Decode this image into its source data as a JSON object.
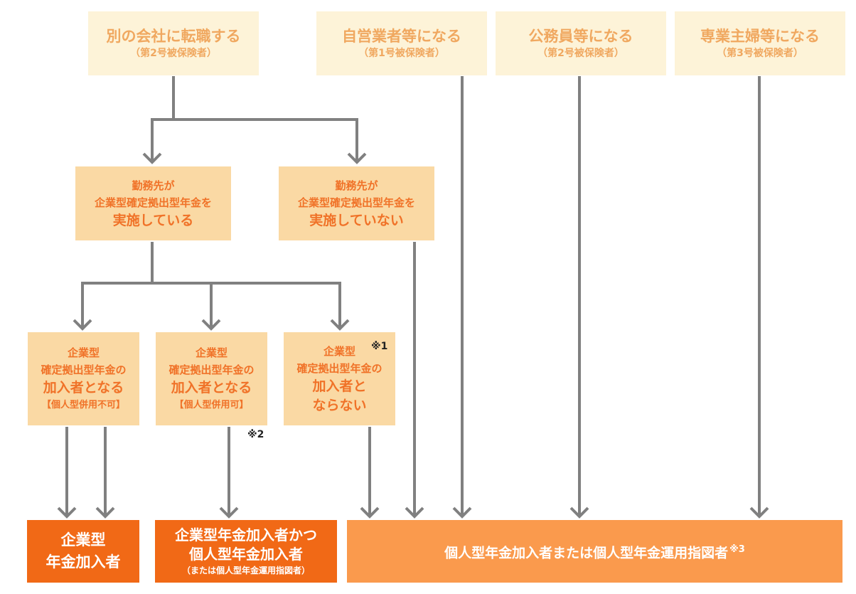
{
  "top": {
    "job_change": {
      "title": "別の会社に転職する",
      "sub": "（第2号被保険者）"
    },
    "self_employed": {
      "title": "自営業者等になる",
      "sub": "（第1号被保険者）"
    },
    "civil_servant": {
      "title": "公務員等になる",
      "sub": "（第2号被保険者）"
    },
    "homemaker": {
      "title": "専業主婦等になる",
      "sub": "（第3号被保険者）"
    }
  },
  "employer": {
    "has_dc": {
      "line1": "勤務先が",
      "line2": "企業型確定拠出型年金を",
      "line3": "実施している"
    },
    "no_dc": {
      "line1": "勤務先が",
      "line2": "企業型確定拠出型年金を",
      "line3": "実施していない"
    }
  },
  "member": {
    "no_ideco": {
      "line1": "企業型",
      "line2": "確定拠出型年金の",
      "line3": "加入者となる",
      "line4": "【個人型併用不可】"
    },
    "with_ideco": {
      "line1": "企業型",
      "line2": "確定拠出型年金の",
      "line3": "加入者となる",
      "line4": "【個人型併用可】"
    },
    "not_member": {
      "line1": "企業型",
      "line2": "確定拠出型年金の",
      "line3": "加入者と",
      "line4": "ならない"
    }
  },
  "notes": {
    "n1": "※1",
    "n2": "※2",
    "n3": "※3"
  },
  "result": {
    "corporate": {
      "line1": "企業型",
      "line2": "年金加入者"
    },
    "both": {
      "line1": "企業型年金加入者かつ",
      "line2": "個人型年金加入者",
      "line3": "（または個人型年金運用指図者）"
    },
    "individual": {
      "text": "個人型年金加入者または個人型年金運用指図者"
    }
  },
  "colors": {
    "line": "#808080",
    "top_bg": "#fdf3d8",
    "mid_bg": "#fad9a4",
    "dark": "#f16916",
    "light": "#fa9a4d"
  }
}
